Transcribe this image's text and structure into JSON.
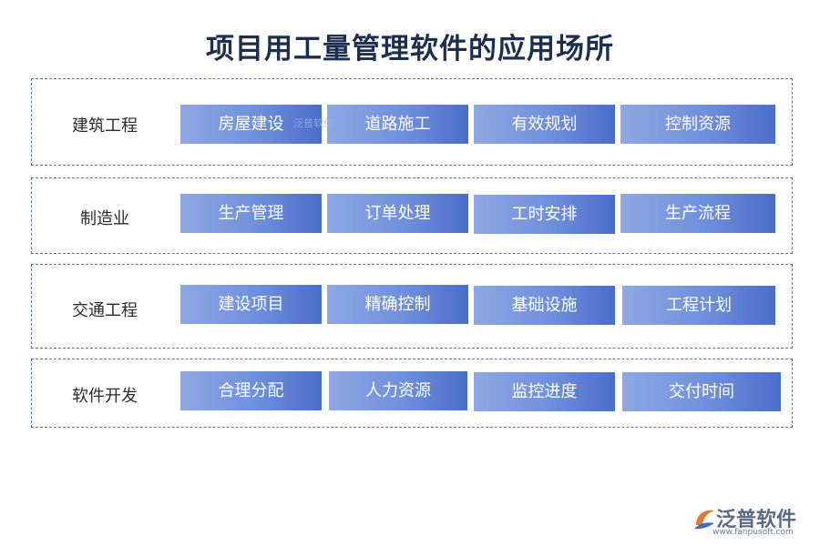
{
  "title": "项目用工量管理软件的应用场所",
  "rows": [
    {
      "label": "建筑工程",
      "items": [
        "房屋建设",
        "道路施工",
        "有效规划",
        "控制资源"
      ]
    },
    {
      "label": "制造业",
      "items": [
        "生产管理",
        "订单处理",
        "工时安排",
        "生产流程"
      ]
    },
    {
      "label": "交通工程",
      "items": [
        "建设项目",
        "精确控制",
        "基础设施",
        "工程计划"
      ]
    },
    {
      "label": "软件开发",
      "items": [
        "合理分配",
        "人力资源",
        "监控进度",
        "交付时间"
      ]
    }
  ],
  "watermark": "泛普软件",
  "logo": {
    "text": "泛普软件",
    "url": "www.fanpusoft.com"
  },
  "colors": {
    "chip_start": "#8fa8e3",
    "chip_end": "#4c6cca",
    "border": "#5a78a8",
    "title": "#1d2f4f"
  }
}
